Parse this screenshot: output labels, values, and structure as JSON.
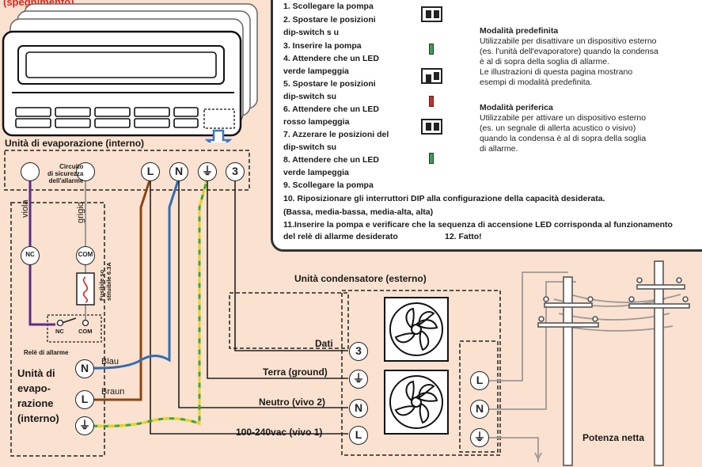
{
  "header_fragment": "(spegnimento)",
  "steps": [
    "1. Scollegare la pompa",
    "2. Spostare le posizioni",
    "dip-switch s u",
    "3. Inserire la pompa",
    "4. Attendere che un LED",
    "verde lampeggia",
    "5. Spostare le posizioni",
    "dip-switch su",
    "6. Attendere che un LED",
    "rosso lampeggia",
    "7. Azzerare le posizioni del",
    "dip-switch su",
    "8. Attendere che un LED",
    "verde lampeggia",
    "9. Scollegare la pompa",
    "10. Riposizionare gli interruttori DIP alla configurazione della capacità desiderata.",
    "(Bassa, media-bassa, media-alta, alta)",
    "11.Inserire la pompa e verificare che la sequenza di accensione LED corrisponda al funzionamento",
    "del relè di allarme desiderato",
    "12. Fatto!"
  ],
  "modes": {
    "default_title": "Modalità predefinita",
    "default_lines": [
      "Utilizzabile per disattivare un dispositivo esterno",
      "(es. l'unità dell'evaporatore) quando la condensa",
      "è al di sopra della soglia di allarme.",
      "Le illustrazioni di questa pagina mostrano",
      "esempi di modalità predefinita."
    ],
    "peripheral_title": "Modalità periferica",
    "peripheral_lines": [
      "Utilizzabile per attivare un dispositivo esterno",
      "(es. un segnale di allerta acustico o visivo)",
      "quando la condensa è al di sopra della soglia",
      "di allarme."
    ]
  },
  "led_colors": {
    "green": "#2ea84a",
    "red": "#e0231b"
  },
  "wire_colors": {
    "purple": "#5b2c8f",
    "brown": "#8b4513",
    "blue": "#2f6db5",
    "yellow": "#e8d51a",
    "green": "#3aa63a",
    "gray": "#9a9a9a"
  },
  "evap_top_title": "Unità di evaporazione (interno)",
  "safety_circuit_label": [
    "Circuito",
    "di sicurezza",
    "dell'allarme"
  ],
  "top_terminals": [
    "L",
    "N",
    "⏚",
    "3"
  ],
  "wire_labels": {
    "viola": "viola",
    "grigio": "grigio",
    "blau": "Blau",
    "braun": "Braun"
  },
  "relay": {
    "nc": "NC",
    "com": "COM",
    "nc_small": "NC",
    "com_small": "COM",
    "label": "Relè di allarme"
  },
  "fuse_label": [
    "Fusibile so",
    "stituibile 6.3A"
  ],
  "evap_bottom_title": [
    "Unità di",
    "evapo-",
    "razione",
    "(interno)"
  ],
  "evap_bottom_terminals": [
    "N",
    "L",
    "⏚"
  ],
  "condenser_title": "Unità condensatore (esterno)",
  "condenser_rows": [
    {
      "label": "Dati",
      "terminal": "3"
    },
    {
      "label": "Terra (ground)",
      "terminal": "⏚"
    },
    {
      "label": "Neutro (vivo 2)",
      "terminal": "N"
    },
    {
      "label": "100-240vac (vivo 1)",
      "terminal": "L"
    }
  ],
  "power_terminals": [
    "L",
    "N",
    "⏚"
  ],
  "power_label": "Potenza netta"
}
